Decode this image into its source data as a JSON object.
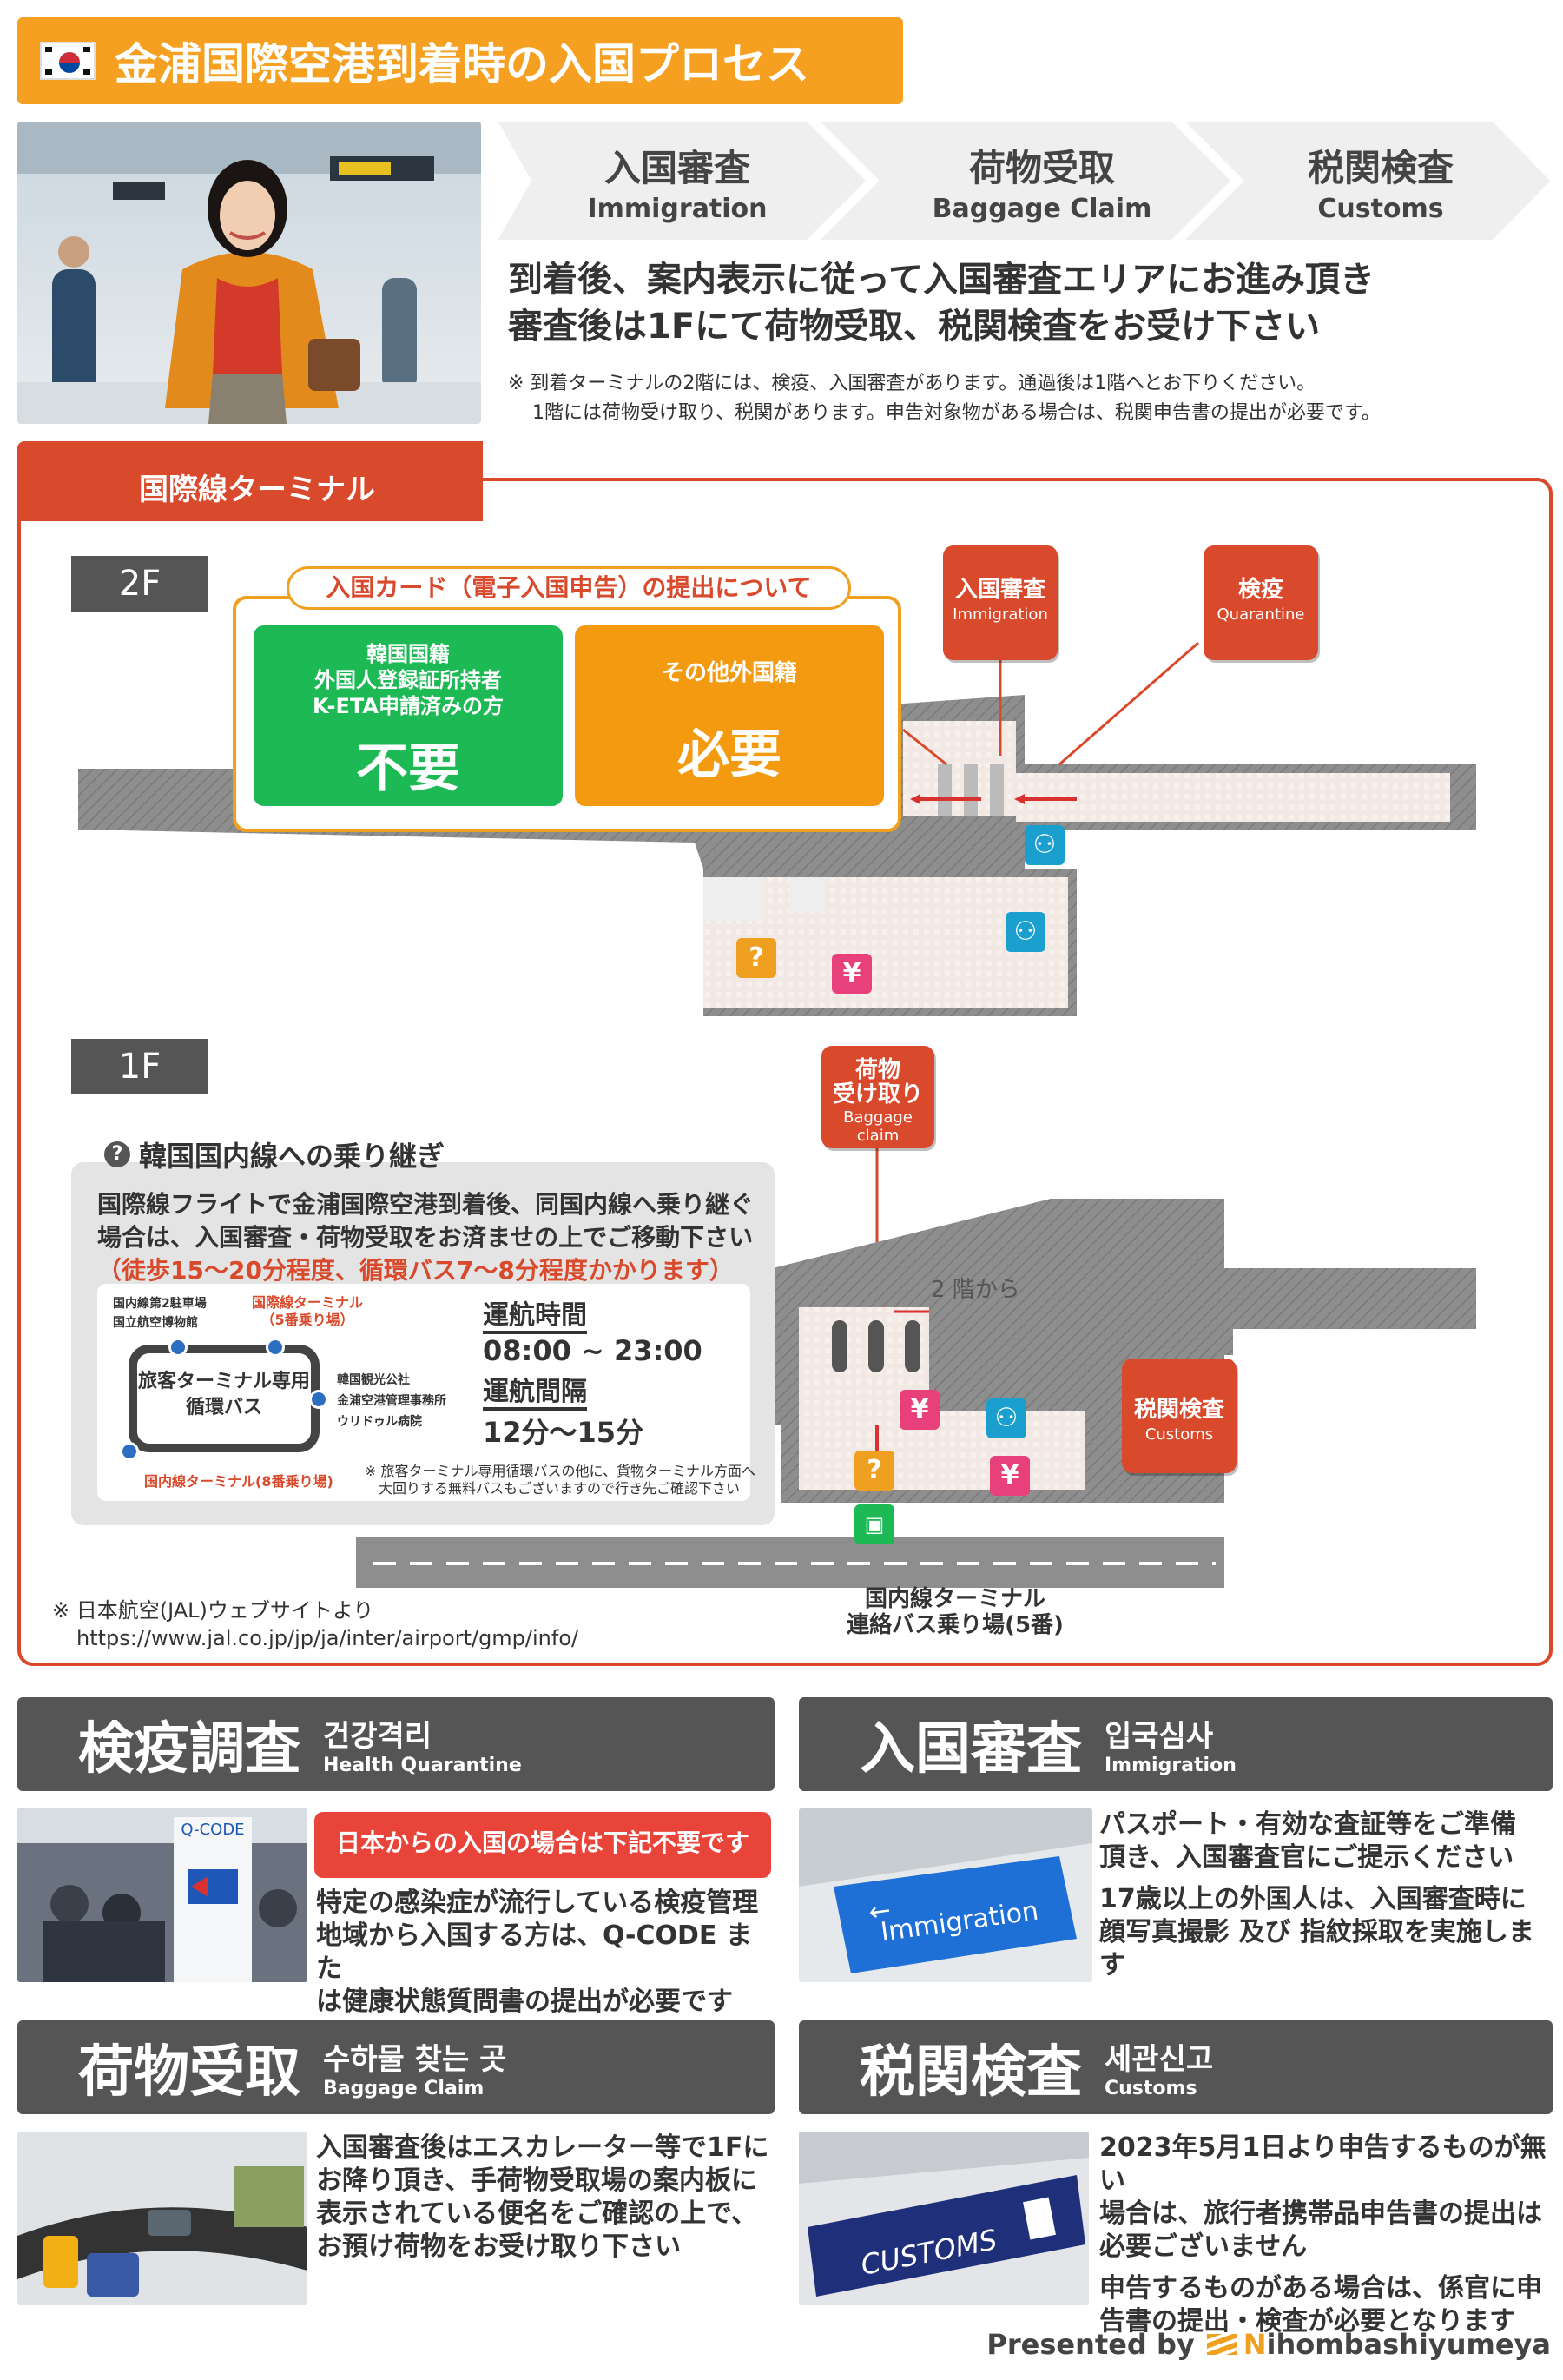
{
  "title": "金浦国際空港到着時の入国プロセス",
  "steps": [
    {
      "ja": "入国審査",
      "en": "Immigration"
    },
    {
      "ja": "荷物受取",
      "en": "Baggage Claim"
    },
    {
      "ja": "税関検査",
      "en": "Customs"
    }
  ],
  "lead": [
    "到着後、案内表示に従って入国審査エリアにお進み頂き",
    "審査後は1Fにて荷物受取、税関検査をお受け下さい"
  ],
  "note": [
    "※ 到着ターミナルの2階には、検疫、入国審査があります。通過後は1階へとお下りください。",
    "1階には荷物受け取り、税関があります。申告対象物がある場合は、税関申告書の提出が必要です。"
  ],
  "terminal": {
    "tab": "国際線ターミナル",
    "floor2": "2F",
    "floor1": "1F",
    "arrival_card": {
      "title": "入国カード（電子入国申告）の提出について",
      "not_required": {
        "lines": [
          "韓国国籍",
          "外国人登録証所持者",
          "K-ETA申請済みの方"
        ],
        "value": "不要"
      },
      "required": {
        "lines": [
          "その他外国籍"
        ],
        "value": "必要"
      }
    },
    "badges": {
      "immigration": {
        "ja": "入国審査",
        "en": "Immigration"
      },
      "quarantine": {
        "ja": "検疫",
        "en": "Quarantine"
      },
      "baggage": {
        "ja": "荷物\n受け取り",
        "ja1": "荷物",
        "ja2": "受け取り",
        "en": "Baggage claim"
      },
      "customs": {
        "ja": "税関検査",
        "en": "Customs"
      }
    },
    "from_2f": "2 階から",
    "transfer": {
      "heading": "韓国国内線への乗り継ぎ",
      "body": [
        "国際線フライトで金浦国際空港到着後、同国内線へ乗り継ぐ",
        "場合は、入国審査・荷物受取をお済ませの上でご移動下さい"
      ],
      "red": "（徒歩15〜20分程度、循環バス7〜8分程度かかります）",
      "loop_label": [
        "旅客ターミナル専用",
        "循環バス"
      ],
      "stops": {
        "top_left": [
          "国内線第2駐車場",
          "国立航空博物館"
        ],
        "top_right": [
          "国際線ターミナル",
          "（5番乗り場）"
        ],
        "right": [
          "韓国観光公社",
          "金浦空港管理事務所",
          "ウリドゥル病院"
        ],
        "bottom": "国内線ターミナル(8番乗り場)"
      },
      "hours_title": "運航時間",
      "hours": "08:00 ~ 23:00",
      "interval_title": "運航間隔",
      "interval": "12分〜15分",
      "bus_note": [
        "※ 旅客ターミナル専用循環バスの他に、貨物ターミナル方面へ",
        "大回りする無料バスもございますので行き先ご確認下さい"
      ]
    },
    "source": [
      "※ 日本航空(JAL)ウェブサイトより",
      "https://www.jal.co.jp/jp/ja/inter/airport/gmp/info/"
    ],
    "bus_stop": [
      "国内線ターミナル",
      "連絡バス乗り場(5番)"
    ]
  },
  "sections": {
    "quarantine": {
      "title": "検疫調査",
      "ko": "건강격리",
      "en": "Health Quarantine",
      "alert": "日本からの入国の場合は下記不要です",
      "text": [
        "特定の感染症が流行している検疫管理",
        "地域から入国する方は、Q-CODE また",
        "は健康状態質問書の提出が必要です"
      ],
      "photo_sign": "Q-CODE"
    },
    "immigration": {
      "title": "入国審査",
      "ko": "입국심사",
      "en": "Immigration",
      "text1": [
        "パスポート・有効な査証等をご準備",
        "頂き、入国審査官にご提示ください"
      ],
      "text2": [
        "17歳以上の外国人は、入国審査時に",
        "顔写真撮影 及び 指紋採取を実施します"
      ],
      "photo_sign": "Immigration"
    },
    "baggage": {
      "title": "荷物受取",
      "ko": "수하물 찾는 곳",
      "en": "Baggage Claim",
      "text": [
        "入国審査後はエスカレーター等で1Fに",
        "お降り頂き、手荷物受取場の案内板に",
        "表示されている便名をご確認の上で、",
        "お預け荷物をお受け取り下さい"
      ]
    },
    "customs": {
      "title": "税関検査",
      "ko": "세관신고",
      "en": "Customs",
      "text1": [
        "2023年5月1日より申告するものが無い",
        "場合は、旅行者携帯品申告書の提出は",
        "必要ございません"
      ],
      "text2": [
        "申告するものがある場合は、係官に申",
        "告書の提出・検査が必要となります"
      ],
      "photo_sign": "CUSTOMS"
    }
  },
  "footer": {
    "presented": "Presented by",
    "brand_n": "N",
    "brand": "ihombashiyumeya"
  },
  "colors": {
    "orange": "#f5a020",
    "red": "#d94a2c",
    "green": "#1db954",
    "gray": "#555555"
  }
}
